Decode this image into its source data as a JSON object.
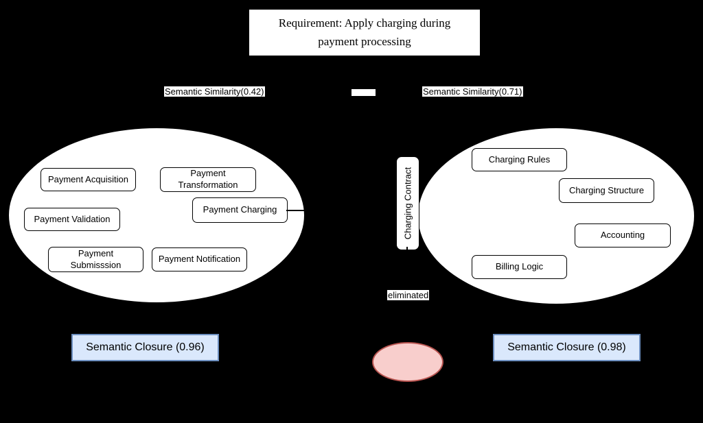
{
  "colors": {
    "background": "#000000",
    "node_fill": "#ffffff",
    "node_border": "#000000",
    "closure_fill": "#dae8fc",
    "closure_border": "#6c8ebf",
    "eliminated_fill": "#f8cecc",
    "eliminated_border": "#b85450"
  },
  "requirement": {
    "text": "Requirement: Apply charging during\npayment processing"
  },
  "edges": {
    "left_similarity_label": "Semantic Similarity(0.42)",
    "right_similarity_label": "Semantic Similarity(0.71)",
    "middle_label": "",
    "eliminated_label": "eliminated"
  },
  "left_cluster": {
    "closure_label": "Semantic Closure (0.96)",
    "nodes": [
      {
        "label": "Payment Acquisition"
      },
      {
        "label": "Payment Transformation"
      },
      {
        "label": "Payment Validation"
      },
      {
        "label": "Payment Charging"
      },
      {
        "label": "Payment Submisssion"
      },
      {
        "label": "Payment Notification"
      }
    ]
  },
  "right_cluster": {
    "closure_label": "Semantic Closure (0.98)",
    "contract_label": "Charging Contract",
    "nodes": [
      {
        "label": "Charging Rules"
      },
      {
        "label": "Charging Structure"
      },
      {
        "label": "Accounting"
      },
      {
        "label": "Billing Logic"
      }
    ]
  }
}
